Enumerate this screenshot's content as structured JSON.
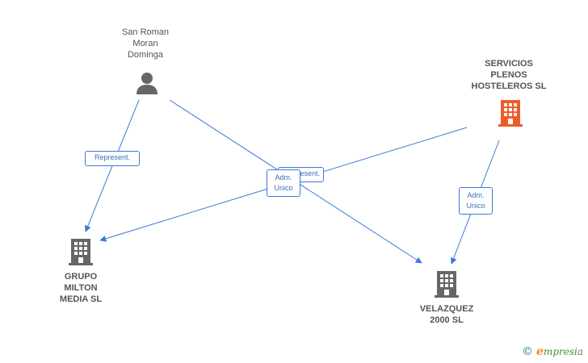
{
  "nodes": {
    "person": {
      "label": "San Roman\nMoran\nDominga",
      "icon": "person-icon",
      "color": "#666666"
    },
    "servicios": {
      "label": "SERVICIOS\nPLENOS\nHOSTELEROS SL",
      "icon": "building-icon",
      "color": "#f05a28"
    },
    "grupo": {
      "label": "GRUPO\nMILTON\nMEDIA SL",
      "icon": "building-icon",
      "color": "#666666"
    },
    "velazquez": {
      "label": "VELAZQUEZ\n2000 SL",
      "icon": "building-icon",
      "color": "#666666"
    }
  },
  "edges": {
    "represent": "Represent.",
    "represent_hidden": "Represent.",
    "adm_unico_center": "Adm.\nUnico",
    "adm_unico_right": "Adm.\nUnico"
  },
  "colors": {
    "edge": "#3a7bd5"
  },
  "brand": {
    "copyright": "©",
    "name": "mpresia",
    "initial": "e"
  }
}
